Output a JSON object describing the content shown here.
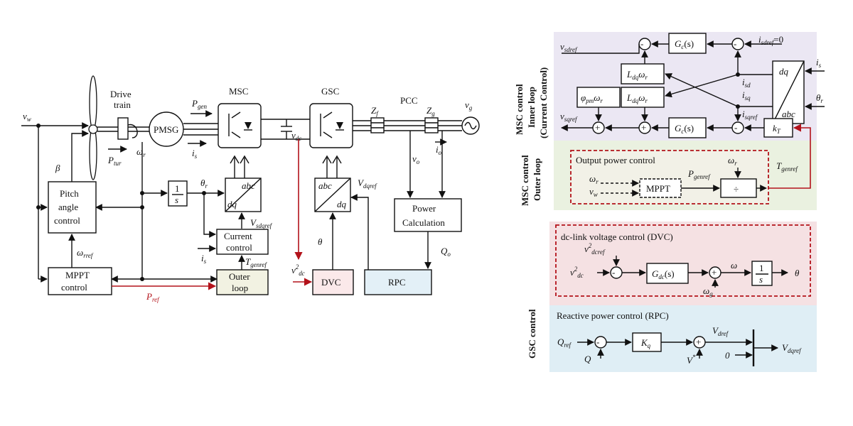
{
  "left": {
    "v_w": "v",
    "v_w_sub": "w",
    "drive_train": "Drive",
    "drive_train2": "train",
    "pmsg": "PMSG",
    "p_gen": "P",
    "p_gen_sub": "gen",
    "msc": "MSC",
    "gsc": "GSC",
    "pcc": "PCC",
    "v_g": "v",
    "v_g_sub": "g",
    "z_f": "Z",
    "z_f_sub": "f",
    "z_g": "Z",
    "z_g_sub": "g",
    "v_dc": "v",
    "v_dc_sub": "dc",
    "p_tur": "P",
    "p_tur_sub": "tur",
    "omega_r": "ω",
    "omega_r_sub": "r",
    "i_s": "i",
    "i_s_sub": "s",
    "v_o": "v",
    "v_o_sub": "o",
    "i_o": "i",
    "i_o_sub": "o",
    "beta": "β",
    "pitch1": "Pitch",
    "pitch2": "angle",
    "pitch3": "control",
    "integrator_num": "1",
    "integrator_den": "s",
    "theta_r": "θ",
    "theta_r_sub": "r",
    "abc": "abc",
    "dq": "dq",
    "v_sdqref": "V",
    "v_sdqref_sub": "sdqref",
    "current1": "Current",
    "current2": "control",
    "i_s2": "i",
    "i_s2_sub": "s",
    "t_genref": "T",
    "t_genref_sub": "genref",
    "omega_rref": "ω",
    "omega_rref_sub": "rref",
    "mppt1": "MPPT",
    "mppt2": "control",
    "outer1": "Outer",
    "outer2": "loop",
    "p_ref": "P",
    "p_ref_sub": "ref",
    "v2dc": "v",
    "v2dc_sup": "2",
    "v2dc_sub": "dc",
    "dvc": "DVC",
    "theta": "θ",
    "v_dqref": "V",
    "v_dqref_sub": "dqref",
    "power1": "Power",
    "power2": "Calculation",
    "q_o": "Q",
    "q_o_sub": "o",
    "rpc": "RPC"
  },
  "right": {
    "msc_inner1": "MSC control",
    "msc_inner2": "Inner loop",
    "msc_inner3": "(Current Control)",
    "v_sdref": "v",
    "v_sdref_sub": "sdref",
    "gc_top": "G",
    "gc_top_sub": "c",
    "gc_top_s": "(s)",
    "i_sdref": "i",
    "i_sdref_sub": "sdref",
    "i_sdref_val": "=0",
    "ldq1": "L",
    "ldq1_sub": "dq",
    "ldq1_w": "ω",
    "ldq1_w_sub": "r",
    "dq": "dq",
    "abc": "abc",
    "i_s": "i",
    "i_s_sub": "s",
    "i_sd": "i",
    "i_sd_sub": "sd",
    "i_sq": "i",
    "i_sq_sub": "sq",
    "theta_r": "θ",
    "theta_r_sub": "r",
    "phi": "φ",
    "phi_sub": "pm",
    "phi_w": "ω",
    "phi_w_sub": "r",
    "ldq2": "L",
    "ldq2_sub": "dq",
    "ldq2_w": "ω",
    "ldq2_w_sub": "r",
    "v_sqref": "v",
    "v_sqref_sub": "sqref",
    "gc_bot": "G",
    "gc_bot_sub": "c",
    "gc_bot_s": "(s)",
    "i_sqref": "i",
    "i_sqref_sub": "sqref",
    "k_t": "k",
    "k_t_sub": "T",
    "msc_outer1": "MSC control",
    "msc_outer2": "Outer loop",
    "output_power": "Output power control",
    "omega_r1": "ω",
    "omega_r1_sub": "r",
    "omega_r2": "ω",
    "omega_r2_sub": "r",
    "v_w": "v",
    "v_w_sub": "w",
    "mppt": "MPPT",
    "p_genref": "P",
    "p_genref_sub": "genref",
    "div": "÷",
    "t_genref": "T",
    "t_genref_sub": "genref",
    "gsc_control": "GSC control",
    "dvc_title": "dc-link voltage control (DVC)",
    "v2dcref": "v",
    "v2dcref_sup": "2",
    "v2dcref_sub": "dcref",
    "v2dc": "v",
    "v2dc_sup": "2",
    "v2dc_sub": "dc",
    "gdc": "G",
    "gdc_sub": "dc",
    "gdc_s": "(s)",
    "omega": "ω",
    "omega_g": "ω",
    "omega_g_sub": "g",
    "int_num": "1",
    "int_den": "s",
    "theta": "θ",
    "rpc_title": "Reactive power control (RPC)",
    "q_ref": "Q",
    "q_ref_sub": "ref",
    "q": "Q",
    "k_q": "K",
    "k_q_sub": "q",
    "v_dref": "V",
    "v_dref_sub": "dref",
    "v_star": "V",
    "v_star_sup": "*",
    "zero": "0",
    "v_dqref": "V",
    "v_dqref_sub": "dqref"
  },
  "colors": {
    "red_line": "#b3121a",
    "lavender": "#ebe7f3",
    "green_bg": "#eaf1e0",
    "pink_bg": "#f5e1e3",
    "blue_bg": "#dfeef5",
    "outer_box": "#f2f2e2",
    "dvc_box": "#fbe9ea",
    "rpc_box": "#e3f0f7"
  }
}
